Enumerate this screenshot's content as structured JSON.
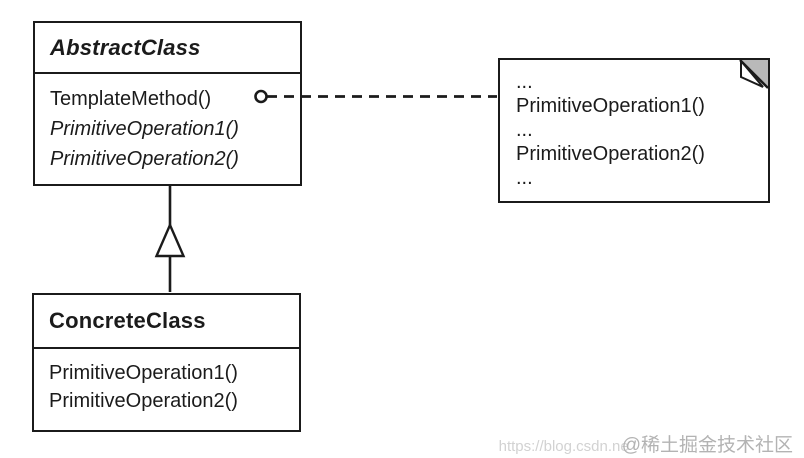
{
  "abstract_class": {
    "name": "AbstractClass",
    "methods": [
      "TemplateMethod()",
      "PrimitiveOperation1()",
      "PrimitiveOperation2()"
    ]
  },
  "concrete_class": {
    "name": "ConcreteClass",
    "methods": [
      "PrimitiveOperation1()",
      "PrimitiveOperation2()"
    ]
  },
  "note": {
    "lines": [
      "...",
      "PrimitiveOperation1()",
      "...",
      "PrimitiveOperation2()",
      "..."
    ]
  },
  "relationships": {
    "inheritance": "ConcreteClass --|> AbstractClass",
    "note_anchor": "TemplateMethod() o-- note"
  },
  "watermark": {
    "url_text": "https://blog.csdn.ne",
    "badge_text": "@稀土掘金技术社区"
  },
  "colors": {
    "ink": "#1b1b1b",
    "background": "#ffffff",
    "note_fold": "#b9b9b9",
    "watermark_url": "#d2d2d2",
    "watermark_badge": "#b3b3b3"
  }
}
